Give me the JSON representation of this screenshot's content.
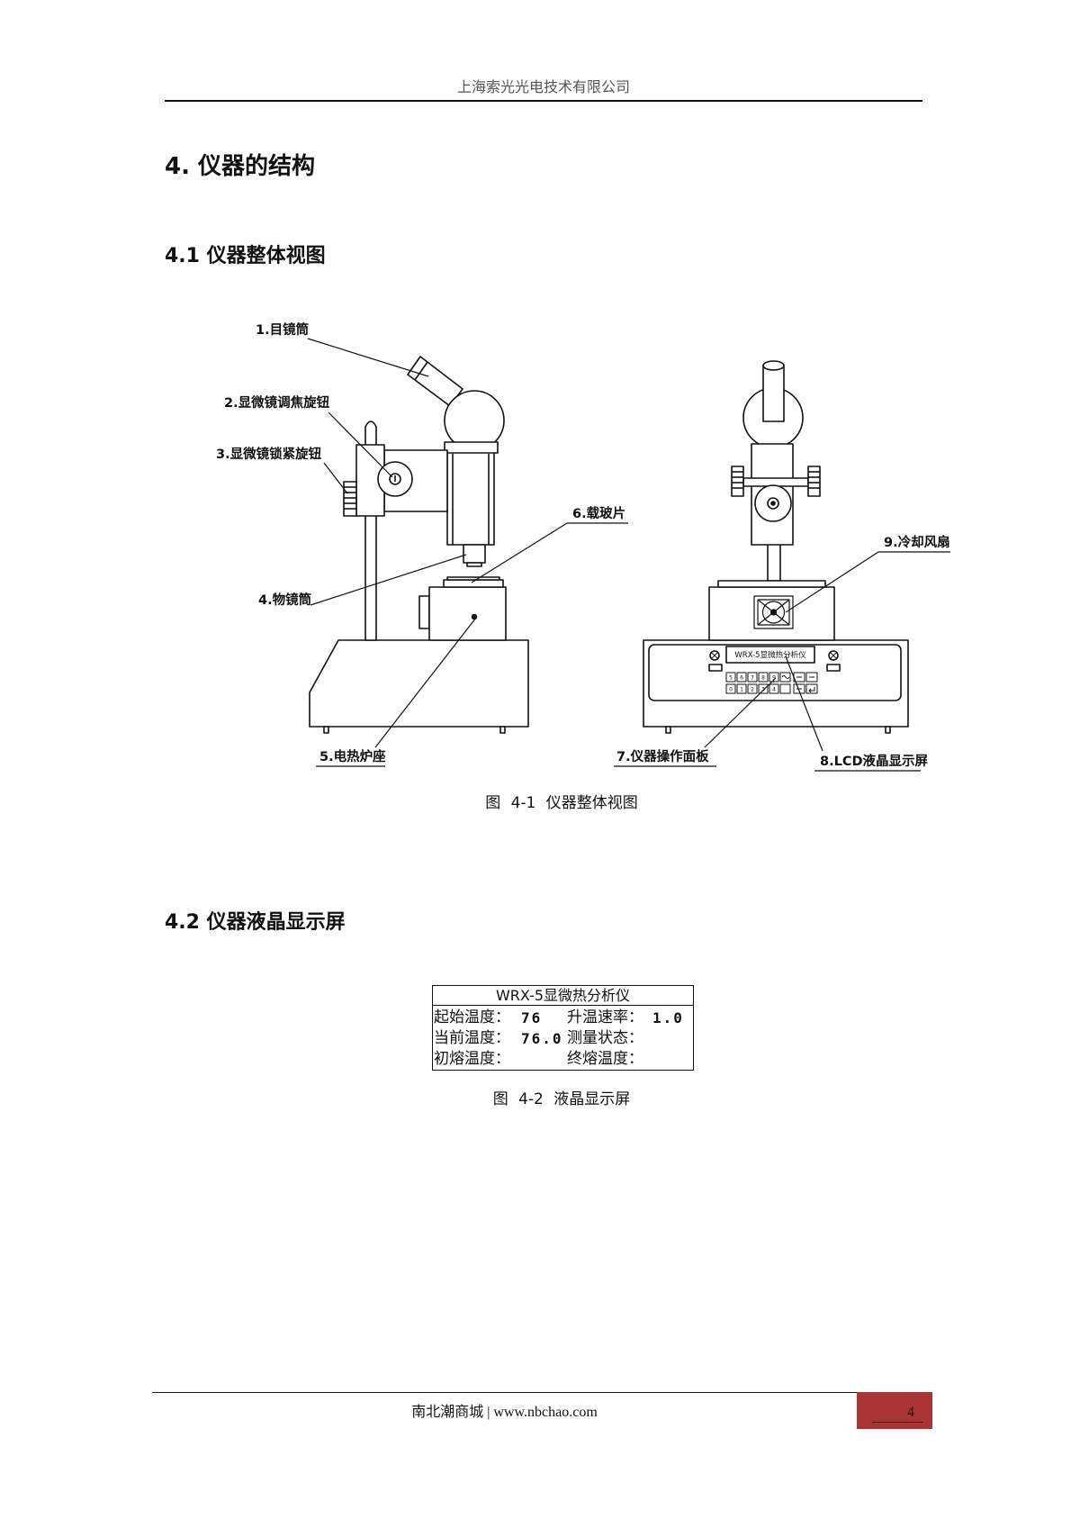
{
  "header": {
    "company": "上海索光光电技术有限公司"
  },
  "section": {
    "title": "4. 仪器的结构"
  },
  "subsection_1": {
    "title": "4.1 仪器整体视图"
  },
  "figure_1": {
    "labels": {
      "eyepiece": "1.目镜筒",
      "focus_knob": "2.显微镜调焦旋钮",
      "lock_knob": "3.显微镜锁紧旋钮",
      "objective": "4.物镜筒",
      "heater_base": "5.电热炉座",
      "slide": "6.载玻片",
      "panel": "7.仪器操作面板",
      "lcd": "8.LCD液晶显示屏",
      "fan": "9.冷却风扇"
    },
    "panel_title": "WRX-5显微热分析仪",
    "keys_row1": [
      "5",
      "6",
      "7",
      "8",
      "9"
    ],
    "keys_row2": [
      "0",
      "1",
      "2",
      "3",
      "4"
    ],
    "caption": "图 4-1 仪器整体视图"
  },
  "subsection_2": {
    "title": "4.2 仪器液晶显示屏"
  },
  "lcd": {
    "title": "WRX-5显微热分析仪",
    "rows": [
      {
        "left_label": "起始温度：",
        "left_value": "76",
        "right_label": "升温速率：",
        "right_value": "1.0"
      },
      {
        "left_label": "当前温度：",
        "left_value": "76.0",
        "right_label": "测量状态："
      },
      {
        "left_label": "初熔温度：",
        "right_label": "终熔温度："
      }
    ]
  },
  "figure_2": {
    "caption": "图 4-2 液晶显示屏"
  },
  "footer": {
    "site": "南北潮商城 | www.nbchao.com",
    "page_number": "4"
  },
  "colors": {
    "page_box": "#a93434",
    "ink": "#111111",
    "header_text": "#555555"
  }
}
